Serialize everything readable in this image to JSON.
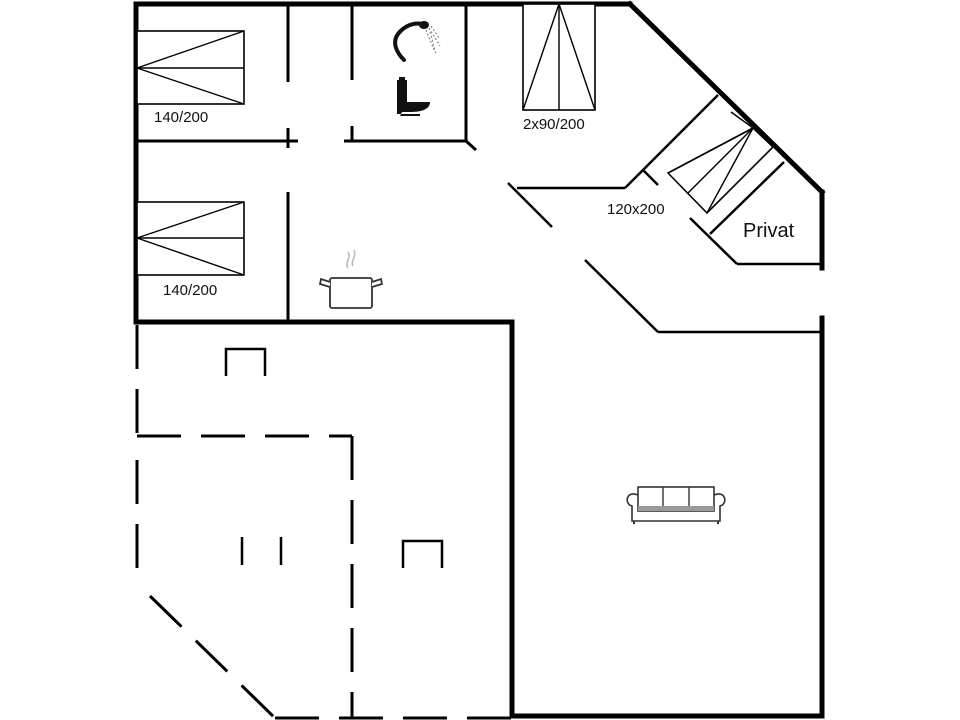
{
  "diagram": {
    "type": "floor-plan",
    "background": "#ffffff",
    "line_color": "#000000"
  },
  "rooms": {
    "bedroom_1": {
      "bed_label": "140/200"
    },
    "bedroom_2": {
      "bed_label": "140/200"
    },
    "bedroom_3": {
      "bed_label": "2x90/200"
    },
    "bedroom_4": {
      "bed_label": "120x200"
    },
    "private_room": {
      "label": "Privat"
    },
    "bathroom": {
      "icons": [
        "shower-icon",
        "toilet-icon"
      ]
    },
    "kitchen": {
      "icons": [
        "cooking-pot-icon"
      ]
    },
    "living_room": {
      "icons": [
        "sofa-icon"
      ]
    },
    "terrace": {
      "style": "dashed outline"
    }
  }
}
